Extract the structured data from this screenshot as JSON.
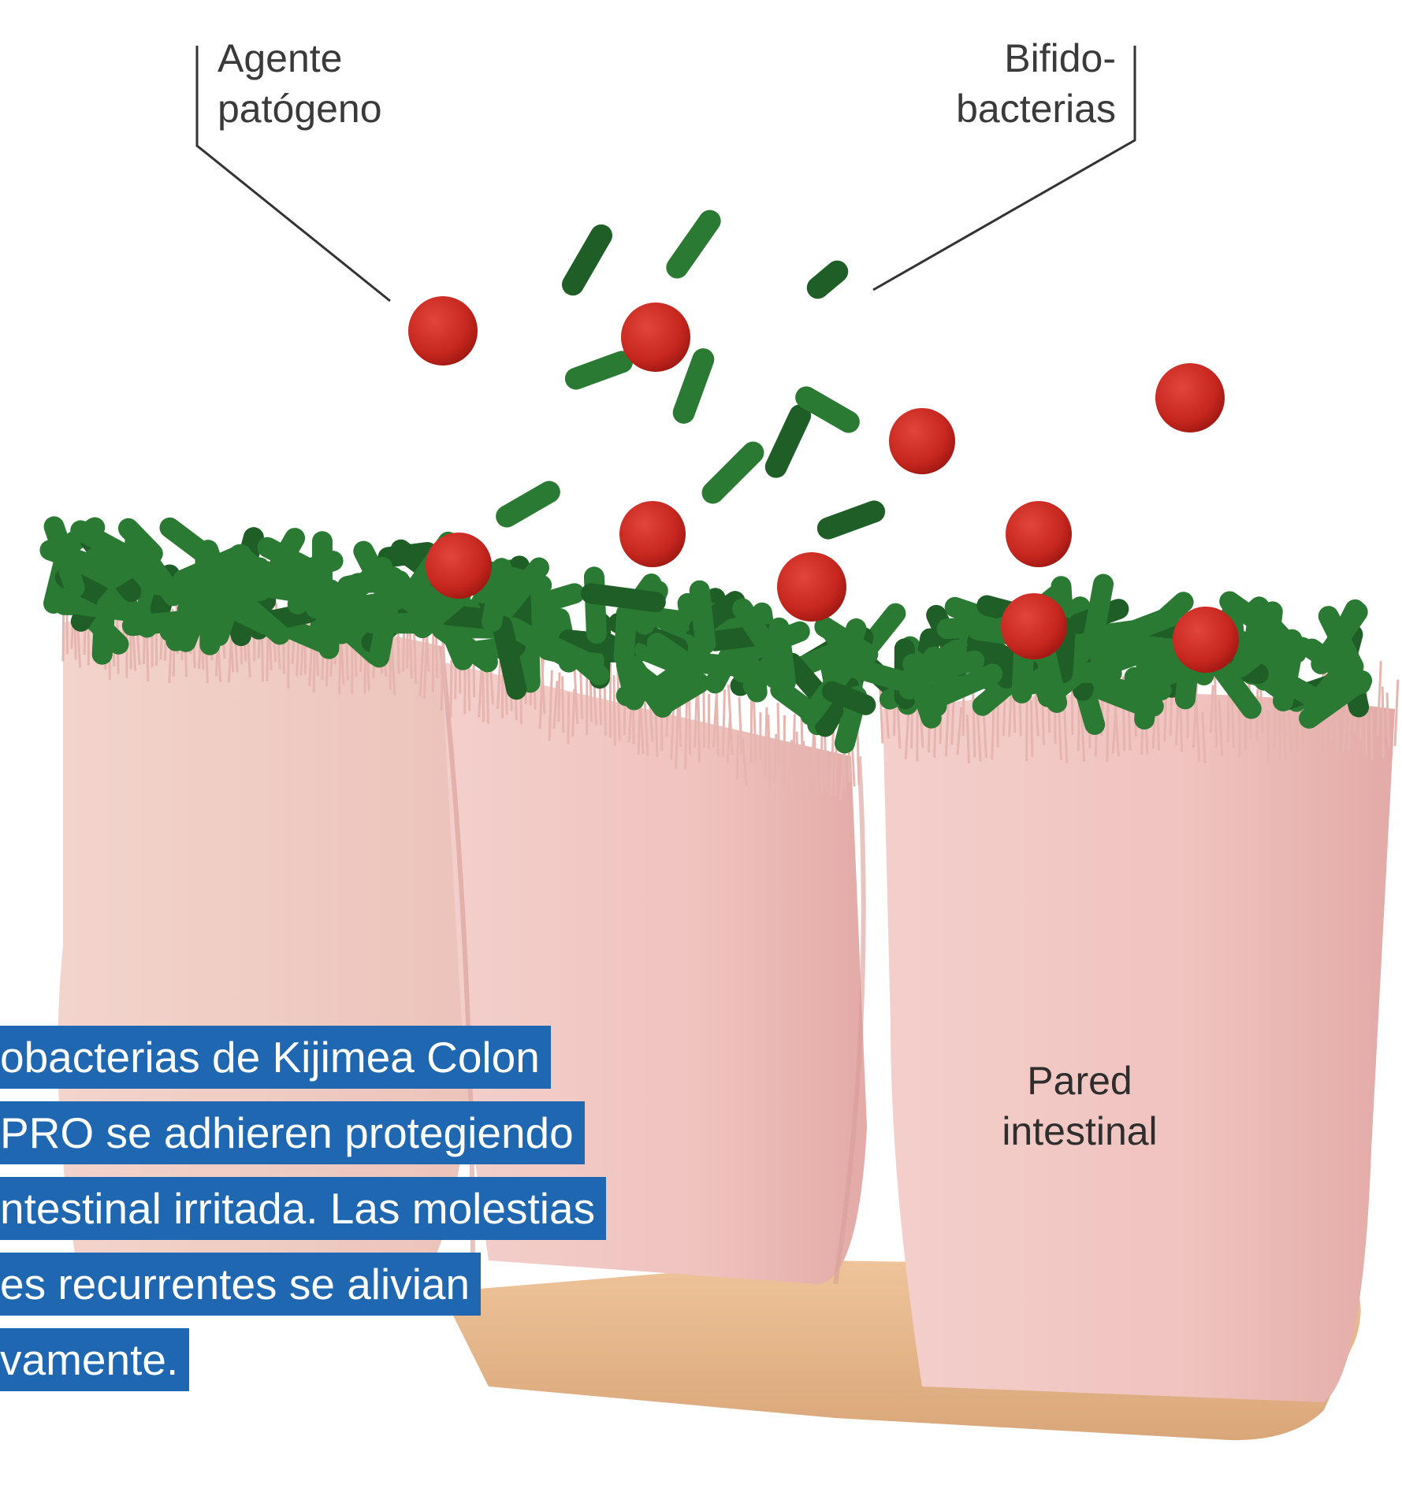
{
  "labels": {
    "pathogen": [
      "Agente",
      "patógeno"
    ],
    "bifidobacteria": [
      "Bifido-",
      "bacterias"
    ],
    "intestinal_wall": [
      "Pared",
      "intestinal"
    ]
  },
  "caption": {
    "lines": [
      "obacterias de Kijimea Colon",
      "PRO se adhieren protegiendo",
      "ntestinal irritada. Las molestias",
      "es recurrentes se alivian",
      "vamente."
    ],
    "background_color": "#1f67b0",
    "text_color": "#ffffff"
  },
  "colors": {
    "pathogen": "#cc2a22",
    "bifidobacteria": "#2b7a33",
    "cell": "#f0c6c2",
    "base": "#e8b98c"
  }
}
